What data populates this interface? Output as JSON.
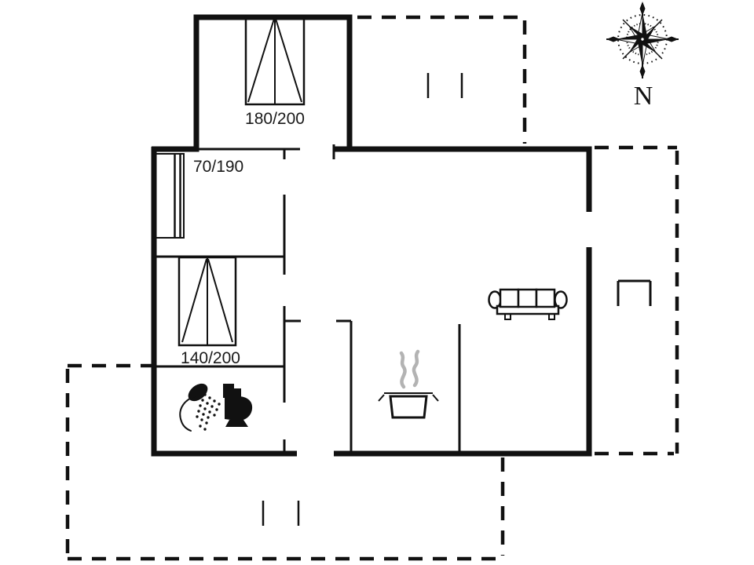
{
  "plan": {
    "type": "holiday-house-floor-plan",
    "colors": {
      "line": "#111111",
      "steam": "#b3b3b3",
      "background": "#ffffff"
    },
    "beds": [
      {
        "id": "bed-double-top",
        "size_label": "180/200"
      },
      {
        "id": "bed-single-hall",
        "size_label": "70/190"
      },
      {
        "id": "bed-double-left",
        "size_label": "140/200"
      }
    ],
    "compass": {
      "north_label": "N"
    },
    "icons": {
      "compass": "compass-rose-icon",
      "shower": "shower-icon",
      "toilet": "toilet-icon",
      "stove": "cooking-pot-icon",
      "sofa": "sofa-icon",
      "table": "table-icon",
      "bed": "bed-icon",
      "window": "window-mark-icon"
    }
  }
}
